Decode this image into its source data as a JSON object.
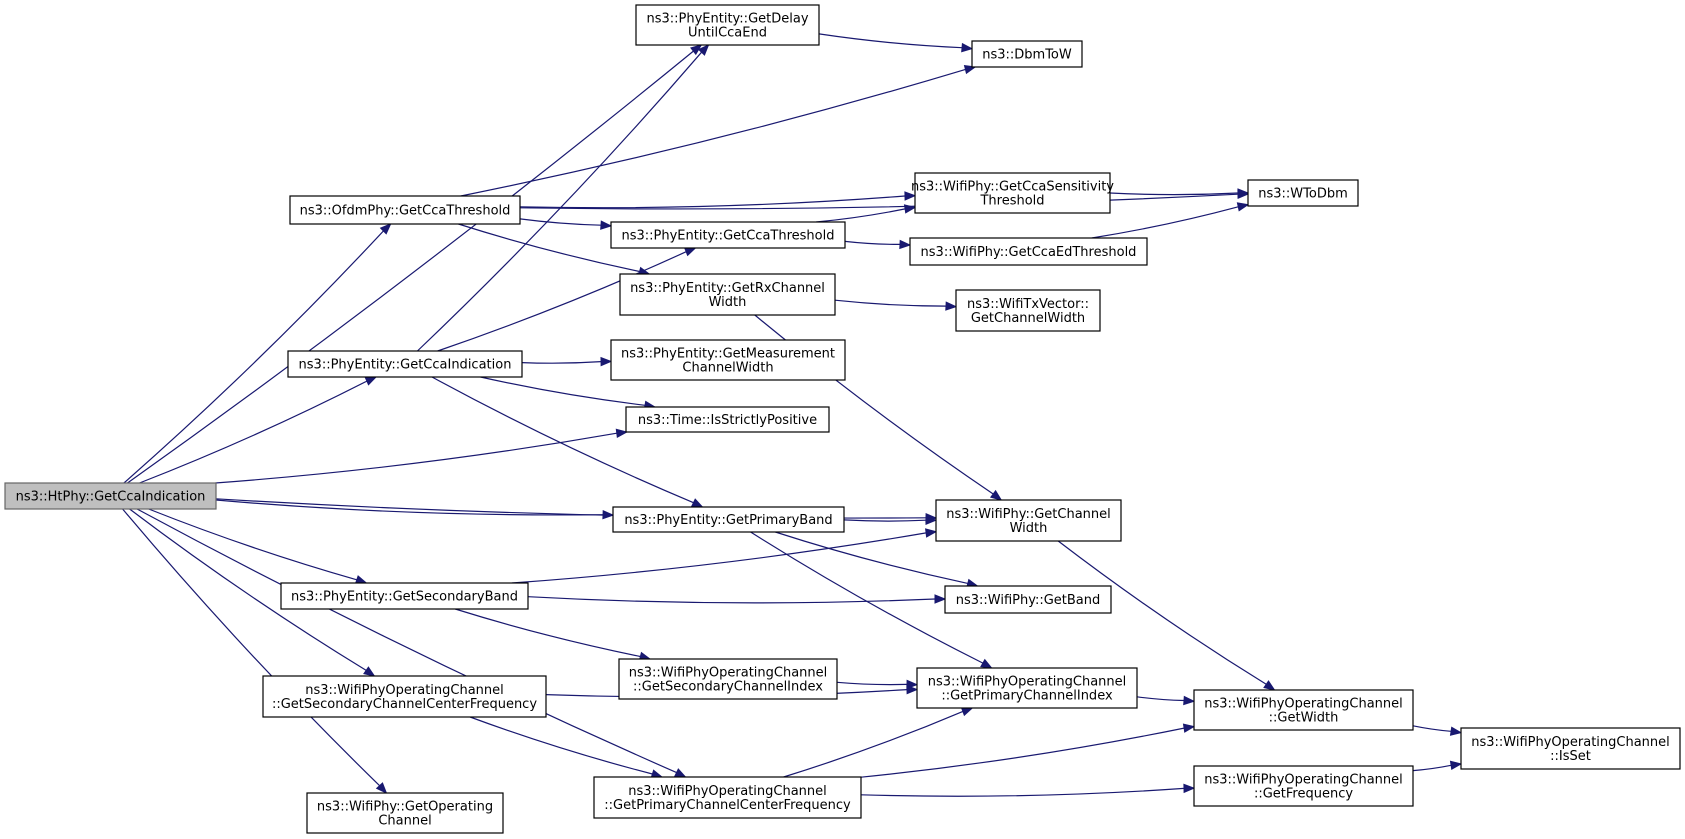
{
  "colors": {
    "edge": "#191970",
    "root_fill": "#bfbfbf",
    "node_fill": "#ffffff",
    "border": "#000000"
  },
  "nodes": [
    {
      "id": "root",
      "lines": [
        "ns3::HtPhy::GetCcaIndication"
      ],
      "root": true
    },
    {
      "id": "getDelay",
      "lines": [
        "ns3::PhyEntity::GetDelay",
        "UntilCcaEnd"
      ]
    },
    {
      "id": "dbmToW",
      "lines": [
        "ns3::DbmToW"
      ]
    },
    {
      "id": "ofdmCcaThr",
      "lines": [
        "ns3::OfdmPhy::GetCcaThreshold"
      ]
    },
    {
      "id": "wToDbm",
      "lines": [
        "ns3::WToDbm"
      ]
    },
    {
      "id": "wifiCcaSens",
      "lines": [
        "ns3::WifiPhy::GetCcaSensitivity",
        "Threshold"
      ]
    },
    {
      "id": "phyCcaThr",
      "lines": [
        "ns3::PhyEntity::GetCcaThreshold"
      ]
    },
    {
      "id": "wifiCcaEd",
      "lines": [
        "ns3::WifiPhy::GetCcaEdThreshold"
      ]
    },
    {
      "id": "rxChanW",
      "lines": [
        "ns3::PhyEntity::GetRxChannel",
        "Width"
      ]
    },
    {
      "id": "txVecChanW",
      "lines": [
        "ns3::WifiTxVector::",
        "GetChannelWidth"
      ]
    },
    {
      "id": "phyCcaInd",
      "lines": [
        "ns3::PhyEntity::GetCcaIndication"
      ]
    },
    {
      "id": "measChanW",
      "lines": [
        "ns3::PhyEntity::GetMeasurement",
        "ChannelWidth"
      ]
    },
    {
      "id": "isStrictPos",
      "lines": [
        "ns3::Time::IsStrictlyPositive"
      ]
    },
    {
      "id": "wifiChanW",
      "lines": [
        "ns3::WifiPhy::GetChannel",
        "Width"
      ]
    },
    {
      "id": "primBand",
      "lines": [
        "ns3::PhyEntity::GetPrimaryBand"
      ]
    },
    {
      "id": "secBand",
      "lines": [
        "ns3::PhyEntity::GetSecondaryBand"
      ]
    },
    {
      "id": "getBand",
      "lines": [
        "ns3::WifiPhy::GetBand"
      ]
    },
    {
      "id": "secChanIdx",
      "lines": [
        "ns3::WifiPhyOperatingChannel",
        "::GetSecondaryChannelIndex"
      ]
    },
    {
      "id": "primChanIdx",
      "lines": [
        "ns3::WifiPhyOperatingChannel",
        "::GetPrimaryChannelIndex"
      ]
    },
    {
      "id": "secCenterFreq",
      "lines": [
        "ns3::WifiPhyOperatingChannel",
        "::GetSecondaryChannelCenterFrequency"
      ]
    },
    {
      "id": "getWidth",
      "lines": [
        "ns3::WifiPhyOperatingChannel",
        "::GetWidth"
      ]
    },
    {
      "id": "isSet",
      "lines": [
        "ns3::WifiPhyOperatingChannel",
        "::IsSet"
      ]
    },
    {
      "id": "primCenterFreq",
      "lines": [
        "ns3::WifiPhyOperatingChannel",
        "::GetPrimaryChannelCenterFrequency"
      ]
    },
    {
      "id": "getFreq",
      "lines": [
        "ns3::WifiPhyOperatingChannel",
        "::GetFrequency"
      ]
    },
    {
      "id": "getOpChan",
      "lines": [
        "ns3::WifiPhy::GetOperating",
        "Channel"
      ]
    }
  ],
  "edges": [
    [
      "root",
      "getDelay"
    ],
    [
      "root",
      "ofdmCcaThr"
    ],
    [
      "root",
      "phyCcaInd"
    ],
    [
      "root",
      "isStrictPos"
    ],
    [
      "root",
      "wifiChanW"
    ],
    [
      "root",
      "primBand"
    ],
    [
      "root",
      "secBand"
    ],
    [
      "root",
      "secCenterFreq"
    ],
    [
      "root",
      "primCenterFreq"
    ],
    [
      "root",
      "getOpChan"
    ],
    [
      "getDelay",
      "dbmToW"
    ],
    [
      "ofdmCcaThr",
      "dbmToW"
    ],
    [
      "ofdmCcaThr",
      "wToDbm"
    ],
    [
      "ofdmCcaThr",
      "wifiCcaSens"
    ],
    [
      "ofdmCcaThr",
      "phyCcaThr"
    ],
    [
      "ofdmCcaThr",
      "rxChanW"
    ],
    [
      "wifiCcaSens",
      "wToDbm"
    ],
    [
      "phyCcaThr",
      "wifiCcaSens"
    ],
    [
      "phyCcaThr",
      "wifiCcaEd"
    ],
    [
      "wifiCcaEd",
      "wToDbm"
    ],
    [
      "rxChanW",
      "txVecChanW"
    ],
    [
      "rxChanW",
      "wifiChanW"
    ],
    [
      "phyCcaInd",
      "getDelay"
    ],
    [
      "phyCcaInd",
      "phyCcaThr"
    ],
    [
      "phyCcaInd",
      "measChanW"
    ],
    [
      "phyCcaInd",
      "isStrictPos"
    ],
    [
      "phyCcaInd",
      "primBand"
    ],
    [
      "primBand",
      "wifiChanW"
    ],
    [
      "primBand",
      "getBand"
    ],
    [
      "primBand",
      "primChanIdx"
    ],
    [
      "secBand",
      "wifiChanW"
    ],
    [
      "secBand",
      "getBand"
    ],
    [
      "secBand",
      "secChanIdx"
    ],
    [
      "wifiChanW",
      "getWidth"
    ],
    [
      "secChanIdx",
      "primChanIdx"
    ],
    [
      "primChanIdx",
      "getWidth"
    ],
    [
      "secCenterFreq",
      "primChanIdx"
    ],
    [
      "secCenterFreq",
      "primCenterFreq"
    ],
    [
      "getWidth",
      "isSet"
    ],
    [
      "primCenterFreq",
      "primChanIdx"
    ],
    [
      "primCenterFreq",
      "getWidth"
    ],
    [
      "primCenterFreq",
      "getFreq"
    ],
    [
      "getFreq",
      "isSet"
    ]
  ]
}
